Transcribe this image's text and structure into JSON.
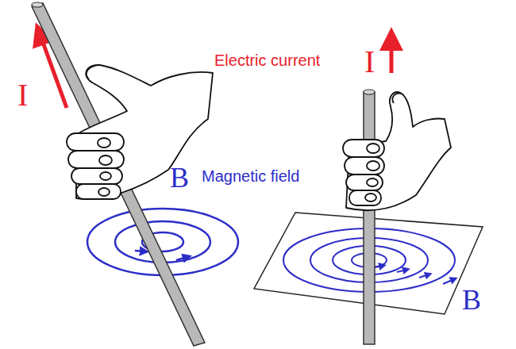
{
  "diagram": {
    "labels": [
      "I",
      "B",
      "Magnetic field",
      "Electric current",
      "I",
      "B"
    ]
  }
}
